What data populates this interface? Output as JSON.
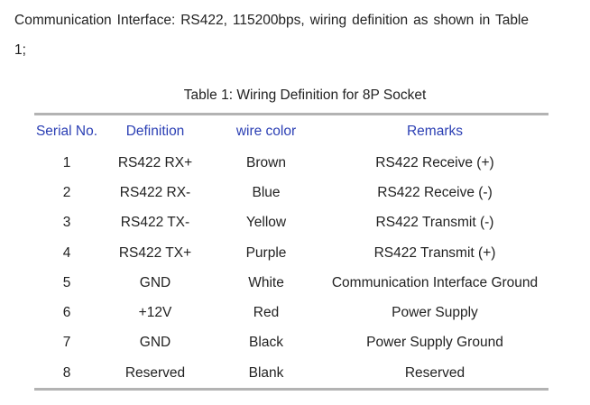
{
  "intro_text": "Communication Interface: RS422, 115200bps, wiring definition as shown in Table 1;",
  "table": {
    "caption": "Table 1: Wiring Definition for 8P Socket",
    "headers": [
      "Serial No.",
      "Definition",
      "wire color",
      "Remarks"
    ],
    "rows": [
      [
        "1",
        "RS422 RX+",
        "Brown",
        "RS422 Receive (+)"
      ],
      [
        "2",
        "RS422 RX-",
        "Blue",
        "RS422 Receive (-)"
      ],
      [
        "3",
        "RS422 TX-",
        "Yellow",
        "RS422 Transmit (-)"
      ],
      [
        "4",
        "RS422 TX+",
        "Purple",
        "RS422 Transmit (+)"
      ],
      [
        "5",
        "GND",
        "White",
        "Communication Interface Ground"
      ],
      [
        "6",
        "+12V",
        "Red",
        "Power Supply"
      ],
      [
        "7",
        "GND",
        "Black",
        "Power Supply Ground"
      ],
      [
        "8",
        "Reserved",
        "Blank",
        "Reserved"
      ]
    ]
  },
  "colors": {
    "header_text": "#2b3fb4",
    "rule": "#b3b3b3",
    "body_text": "#222222"
  }
}
